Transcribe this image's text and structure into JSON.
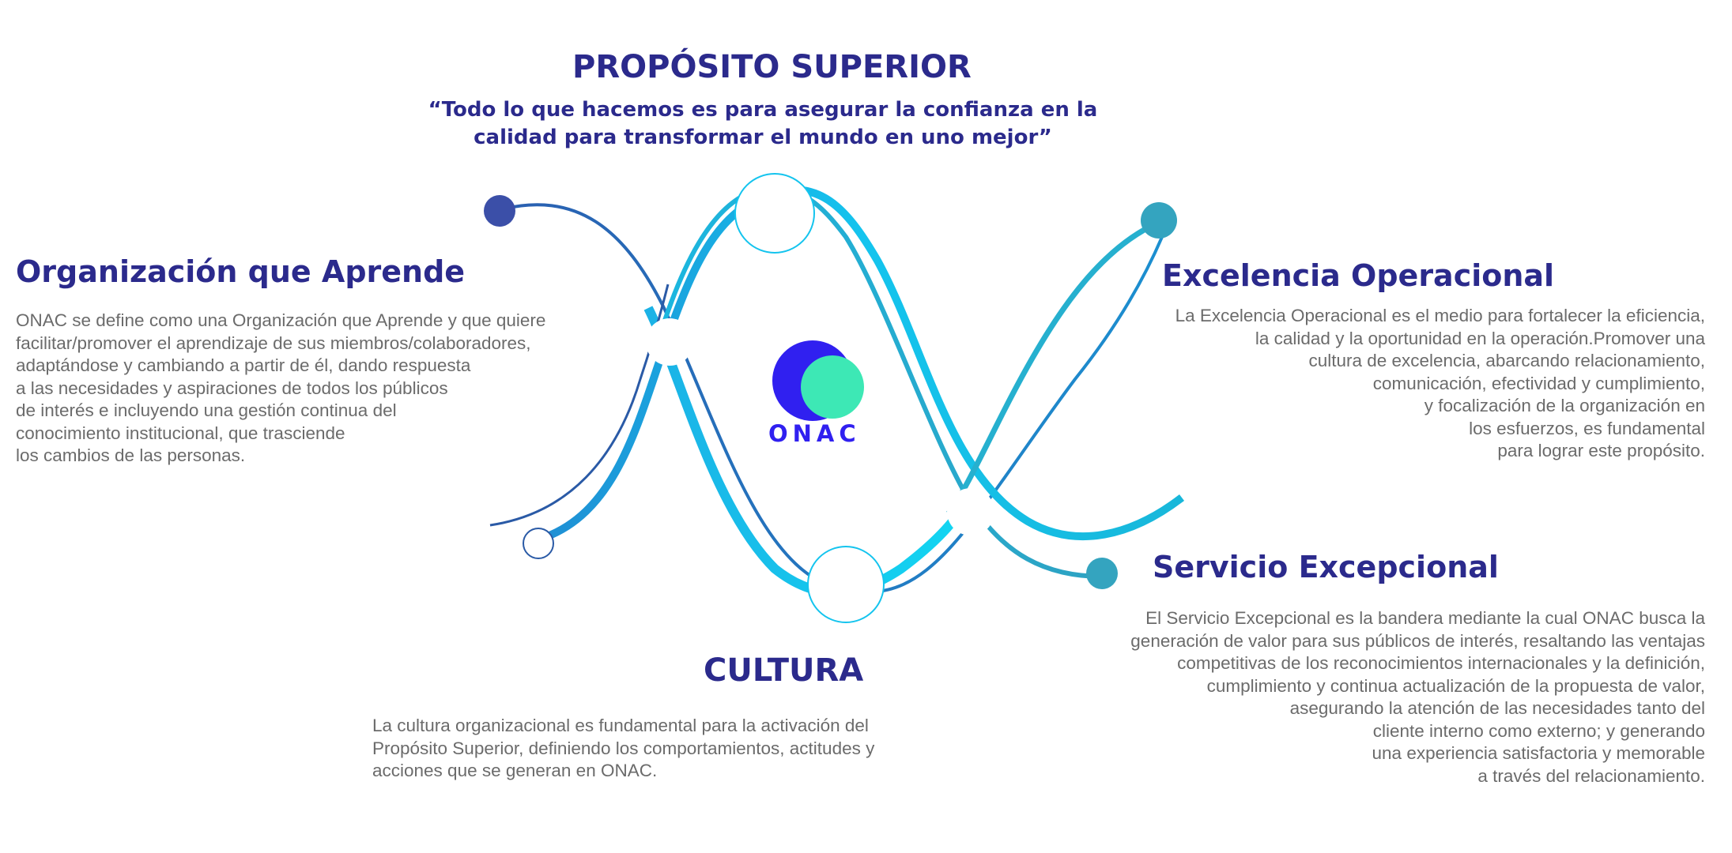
{
  "proposito": {
    "title": "PROPÓSITO SUPERIOR",
    "quote_lines": [
      "“Todo lo que hacemos es para asegurar la confianza en la",
      "calidad para transformar el mundo en uno mejor”"
    ]
  },
  "organizacion": {
    "title": "Organización que Aprende",
    "lines": [
      "ONAC se define como una Organización que Aprende y que quiere",
      "facilitar/promover el aprendizaje de sus miembros/colaboradores,",
      "adaptándose y cambiando a partir de él, dando respuesta",
      "a las necesidades y aspiraciones de todos los públicos",
      "de interés e incluyendo una gestión continua del",
      "conocimiento institucional, que trasciende",
      "los cambios de las personas."
    ]
  },
  "excelencia": {
    "title": "Excelencia Operacional",
    "lines": [
      "La Excelencia Operacional es el medio para fortalecer la eficiencia,",
      "la calidad y la oportunidad en la operación.Promover una",
      "cultura de excelencia, abarcando relacionamiento,",
      "comunicación, efectividad y cumplimiento,",
      "y focalización de la organización en",
      "los esfuerzos, es fundamental",
      "para lograr este propósito."
    ]
  },
  "servicio": {
    "title": "Servicio Excepcional",
    "lines": [
      "El Servicio Excepcional es la bandera mediante la cual ONAC busca la",
      "generación de valor para sus públicos de interés, resaltando las ventajas",
      "competitivas de los reconocimientos internacionales y la definición,",
      "cumplimiento y continua actualización de la propuesta de valor,",
      "asegurando la atención de las necesidades tanto del",
      "cliente interno como externo; y generando",
      "una experiencia satisfactoria y memorable",
      "a través del relacionamiento."
    ]
  },
  "cultura": {
    "title": "CULTURA",
    "lines": [
      "La cultura organizacional es fundamental para la activación del",
      "Propósito Superior, definiendo los comportamientos, actitudes y",
      "acciones que se generan en ONAC."
    ]
  },
  "logo": {
    "text": "ONAC",
    "colors": {
      "blue": "#3020f0",
      "green": "#3de8b5"
    }
  },
  "colors": {
    "title": "#2b2a8c",
    "body": "#6b6b6b",
    "curve_dark": "#2e6bb8",
    "curve_mid": "#1fa7d8",
    "curve_light": "#12d0ef",
    "dot_dark": "#3b4fa8",
    "dot_teal": "#34a4bf"
  }
}
